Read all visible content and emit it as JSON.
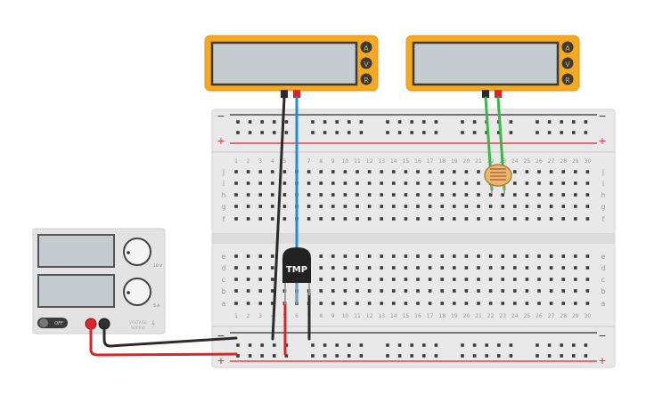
{
  "breadboard": {
    "rail_minus": "−",
    "rail_plus": "+",
    "columns": [
      "1",
      "2",
      "3",
      "4",
      "5",
      "6",
      "7",
      "8",
      "9",
      "10",
      "11",
      "12",
      "13",
      "14",
      "15",
      "16",
      "17",
      "18",
      "19",
      "20",
      "21",
      "22",
      "23",
      "24",
      "25",
      "26",
      "27",
      "28",
      "29",
      "30"
    ],
    "rows_top": [
      "j",
      "i",
      "h",
      "g",
      "f"
    ],
    "rows_bottom": [
      "e",
      "d",
      "c",
      "b",
      "a"
    ]
  },
  "multimeter_left": {
    "display": "",
    "modes": [
      "A",
      "V",
      "R"
    ]
  },
  "multimeter_right": {
    "display": "",
    "modes": [
      "A",
      "V",
      "R"
    ]
  },
  "power_supply": {
    "off_label": "OFF",
    "voltage_dial_label": "10 V",
    "current_dial_label": "5 A",
    "brand_line1": "VOLTAGE",
    "brand_line2": "SUPPLY"
  },
  "temperature_sensor": {
    "label": "TMP"
  },
  "colors": {
    "multimeter_frame": "#f5a821",
    "display_bg": "#c5ccd0",
    "wire_black": "#2b2b2b",
    "wire_red": "#d9262b",
    "wire_blue": "#1e8fd5",
    "wire_green": "#3cb54a",
    "rail_red": "#d9262b",
    "board_bg": "#e6e6e6"
  }
}
